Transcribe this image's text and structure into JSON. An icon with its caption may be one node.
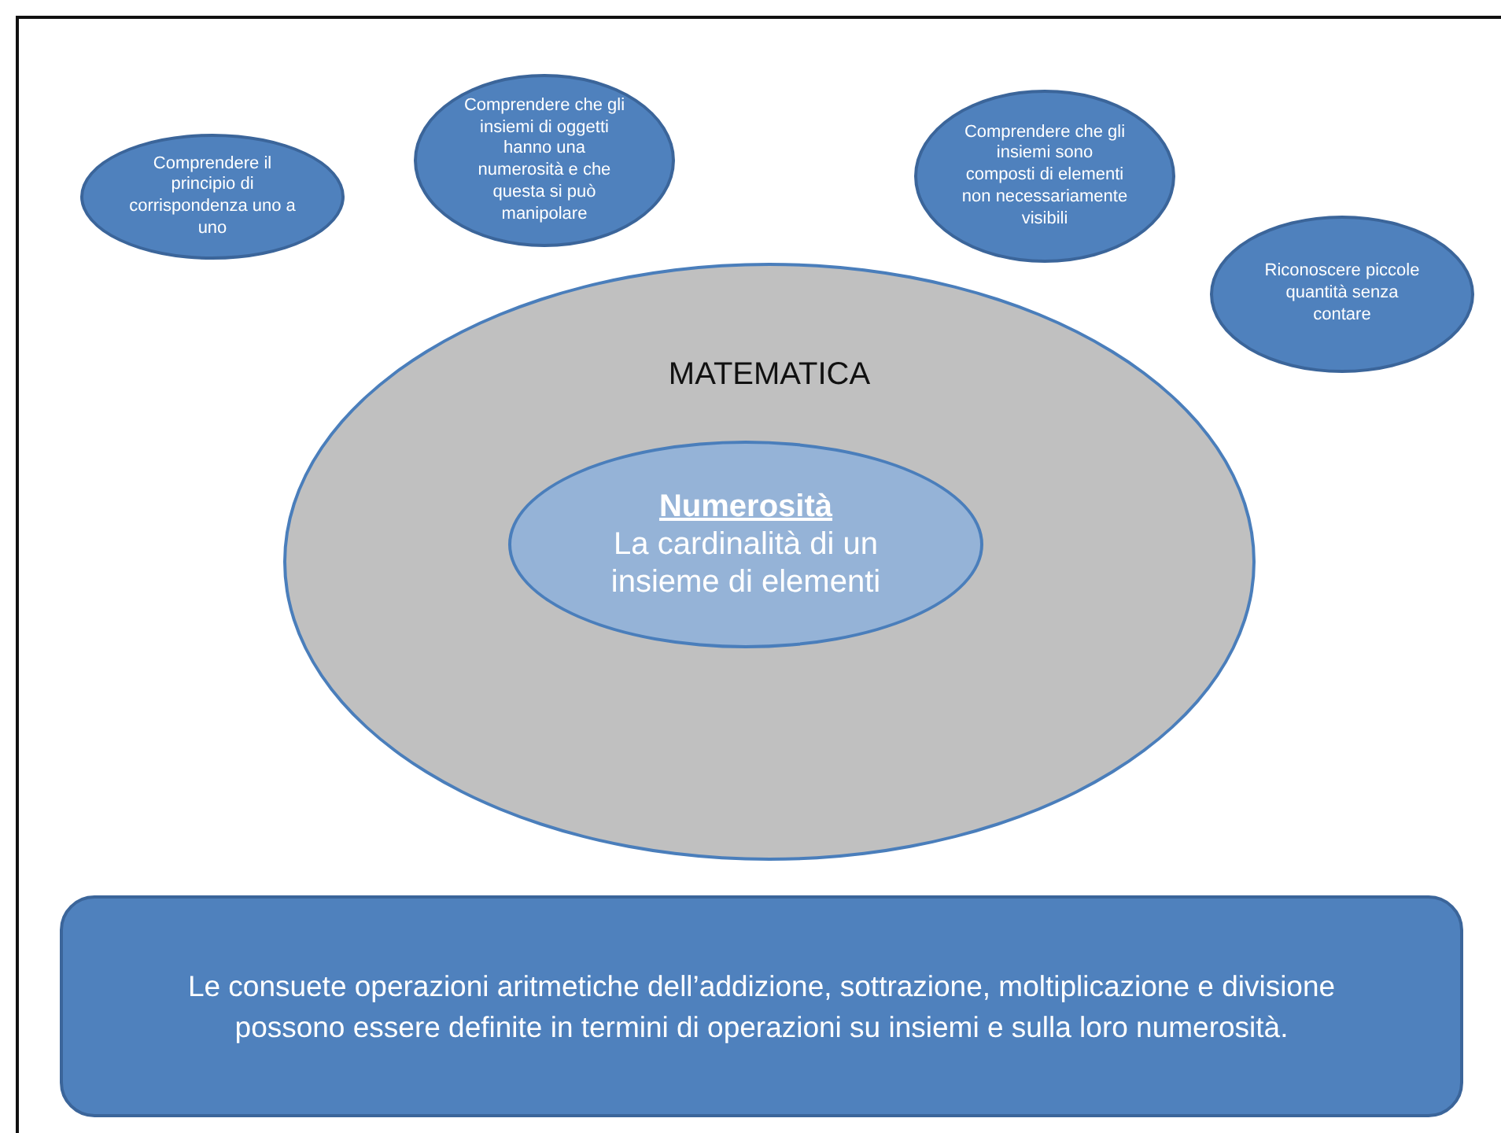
{
  "diagram": {
    "nodes": [
      {
        "text": [
          "Comprendere il principio di corrispondenza uno a uno"
        ]
      },
      {
        "text": [
          "Comprendere che gli insiemi di oggetti hanno una numerosità e che questa si può manipolare"
        ]
      },
      {
        "text": [
          "Comprendere che gli insiemi sono composti di elementi non necessariamente visibili"
        ]
      },
      {
        "text": [
          "Riconoscere piccole quantità senza contare"
        ]
      },
      {
        "text": [
          "MATEMATICA"
        ]
      },
      {
        "text": [
          "Numerosità",
          "La cardinalità di un insieme di elementi"
        ],
        "in": 4
      },
      {
        "text": [
          "Le consuete operazioni aritmetiche dell’addizione, sottrazione, moltiplicazione e divisione possono essere definite in termini di operazioni su insiemi e sulla loro numerosità."
        ]
      }
    ]
  }
}
